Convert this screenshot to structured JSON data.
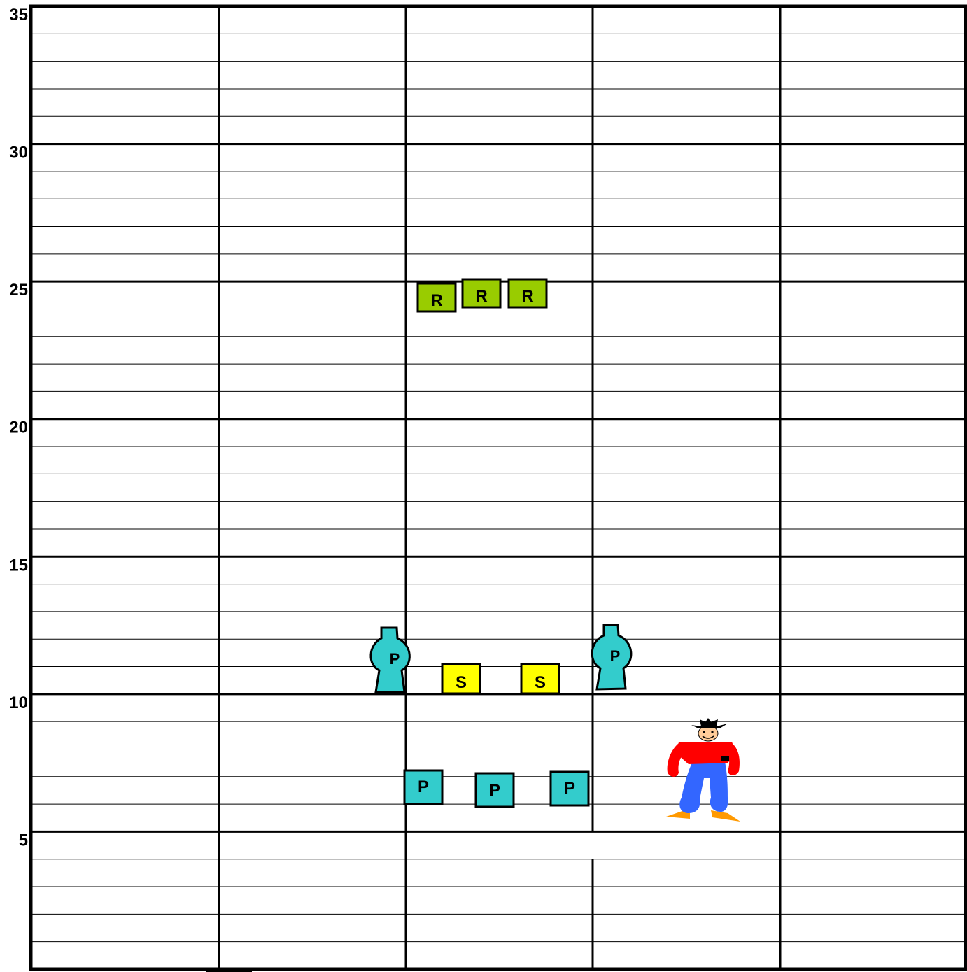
{
  "field": {
    "row_labels": [
      {
        "value": 35,
        "text": "35"
      },
      {
        "value": 30,
        "text": "30"
      },
      {
        "value": 25,
        "text": "25"
      },
      {
        "value": 20,
        "text": "20"
      },
      {
        "value": 15,
        "text": "15"
      },
      {
        "value": 10,
        "text": "10"
      },
      {
        "value": 5,
        "text": "5"
      }
    ],
    "columns": 5,
    "rows": 35,
    "colors": {
      "grid": "#000000",
      "r_piece": "#99cc00",
      "s_piece": "#ffff00",
      "p_piece": "#33cccc",
      "shirt": "#ff0000",
      "pants": "#3366ff",
      "shoes": "#ff9900",
      "face": "#ffcc99"
    }
  },
  "pieces": {
    "r": [
      "R",
      "R",
      "R"
    ],
    "s": [
      "S",
      "S"
    ],
    "p_tall": [
      "P",
      "P"
    ],
    "p_square": [
      "P",
      "P",
      "P"
    ]
  },
  "figure": {
    "icon": "cowboy-player-icon"
  }
}
